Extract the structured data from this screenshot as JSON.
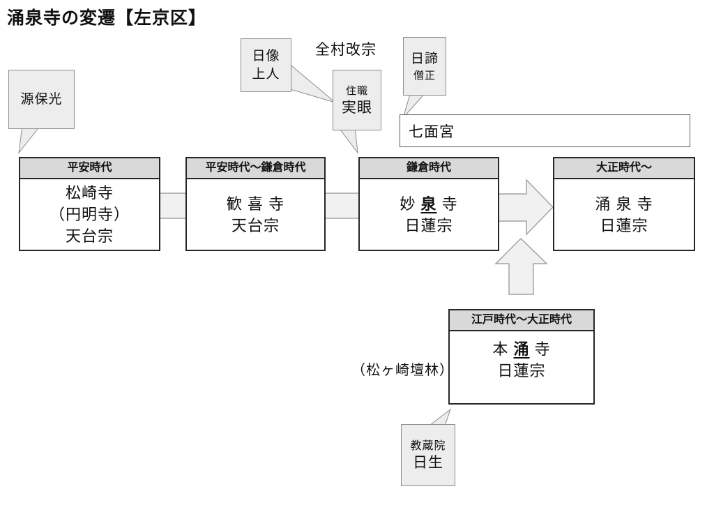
{
  "title": "涌泉寺の変遷【左京区】",
  "colors": {
    "header_bg": "#d9d9d9",
    "bubble_bg": "#ededed",
    "bubble_border": "#8c8c8c",
    "shape_bg": "#f1f1f1",
    "shape_border": "#a3a3a3",
    "box_border": "#262626"
  },
  "flow": {
    "heian": {
      "era": "平安時代",
      "line1": "松崎寺",
      "line2": "（円明寺）",
      "line3": "天台宗"
    },
    "heian_kamakura": {
      "era": "平安時代〜鎌倉時代",
      "line1": "歓 喜 寺",
      "line2": "天台宗"
    },
    "kamakura": {
      "era": "鎌倉時代",
      "name_pre": "妙 ",
      "name_emph": "泉",
      "name_post": " 寺",
      "sect": "日蓮宗"
    },
    "taisho": {
      "era": "大正時代〜",
      "line1": "涌 泉 寺",
      "line2": "日蓮宗"
    },
    "edo_taisho": {
      "era": "江戸時代〜大正時代",
      "name_pre": "本 ",
      "name_emph": "涌",
      "name_post": " 寺",
      "sect": "日蓮宗"
    }
  },
  "shichimengu": {
    "label": "七面宮"
  },
  "annotations": {
    "minamoto": {
      "line1": "源保光"
    },
    "nichizo": {
      "line1": "日像",
      "line2": "上人"
    },
    "zenson_kaishu": "全村改宗",
    "jushoku": {
      "line1": "住職",
      "line2": "実眼"
    },
    "nittai": {
      "line1": "日諦",
      "line2": "僧正"
    },
    "matsugasaki_danrin": "（松ヶ崎壇林）",
    "kyozoin": {
      "line1": "教蔵院",
      "line2": "日生"
    }
  }
}
